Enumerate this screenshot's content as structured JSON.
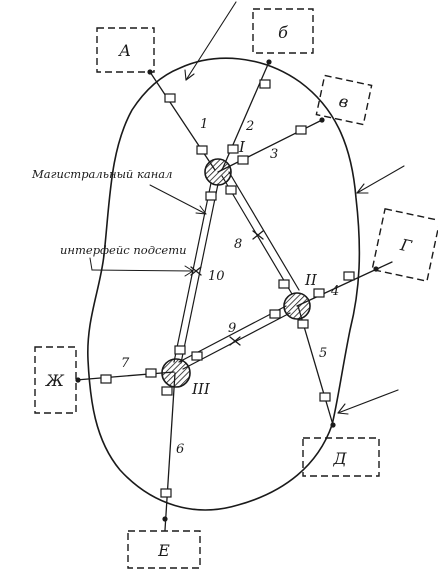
{
  "boxes": [
    {
      "id": "A",
      "text": "А"
    },
    {
      "id": "B",
      "text": "б"
    },
    {
      "id": "V",
      "text": "в"
    },
    {
      "id": "G",
      "text": "Г"
    },
    {
      "id": "D",
      "text": "Д"
    },
    {
      "id": "E",
      "text": "Е"
    },
    {
      "id": "Zh",
      "text": "Ж"
    }
  ],
  "nodes": [
    {
      "id": "I",
      "text": "I"
    },
    {
      "id": "II",
      "text": "II"
    },
    {
      "id": "III",
      "text": "III"
    }
  ],
  "links": [
    "1",
    "2",
    "3",
    "4",
    "5",
    "6",
    "7",
    "8",
    "9",
    "10"
  ],
  "annotations": {
    "backbone": "Магистральный канал",
    "subnet_interface": "интерфейс подсети"
  }
}
